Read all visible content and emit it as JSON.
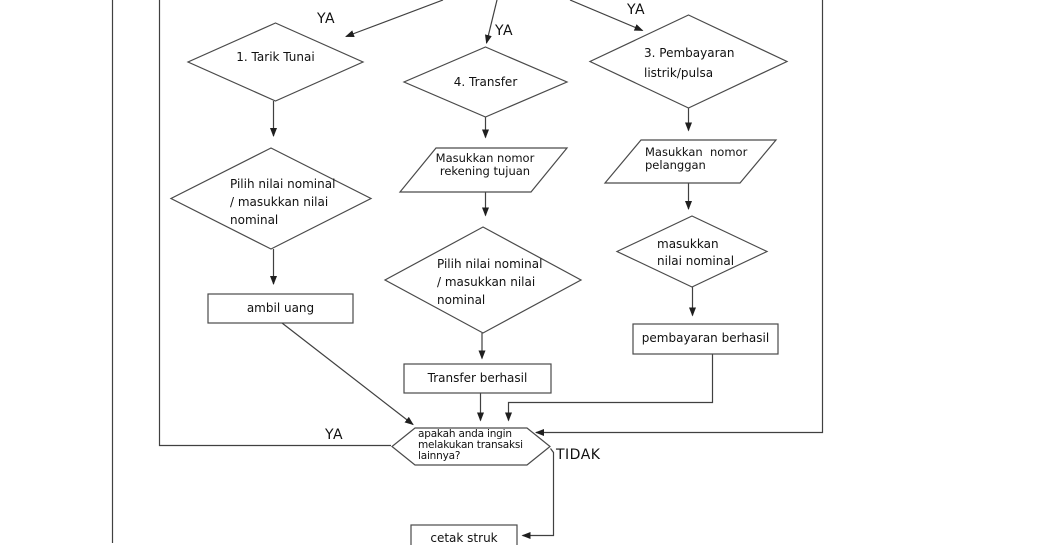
{
  "diagram": {
    "branch_labels": {
      "ya_tarik": "YA",
      "ya_transfer": "YA",
      "ya_pembayaran": "YA",
      "ya_loop": "YA",
      "tidak": "TIDAK"
    },
    "tarik_tunai": {
      "decision": "1. Tarik Tunai",
      "nominal": "Pilih nilai nominal\n/ masukkan nilai\nnominal",
      "result": "ambil uang"
    },
    "transfer": {
      "decision": "4. Transfer",
      "input": "Masukkan nomor\nrekening tujuan",
      "nominal": "Pilih nilai nominal\n/ masukkan nilai\nnominal",
      "result": "Transfer berhasil"
    },
    "pembayaran": {
      "decision": "3. Pembayaran\nlistrik/pulsa",
      "input": "Masukkan  nomor\npelanggan",
      "nominal": "masukkan\nnilai nominal",
      "result": "pembayaran berhasil"
    },
    "loop_question": "apakah anda ingin\nmelakukan transaksi\nlainnya?",
    "print": "cetak struk",
    "line_color": "#404040",
    "arrow_color": "#1f1f1f"
  }
}
